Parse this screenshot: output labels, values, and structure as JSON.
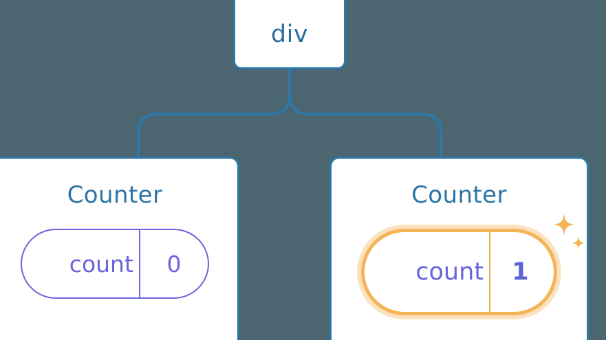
{
  "diagram": {
    "title": "React component tree with state update highlight",
    "background_color": "#4b6671",
    "nodes": {
      "root": {
        "label": "div",
        "text_color": "#2b6f9e",
        "border_color": "#2b79a8"
      },
      "left_counter": {
        "title": "Counter",
        "state_key": "count",
        "state_value": "0",
        "highlighted": "false",
        "pill_color": "#6a63dd"
      },
      "right_counter": {
        "title": "Counter",
        "state_key": "count",
        "state_value": "1",
        "highlighted": "true",
        "pill_color": "#f5b455",
        "value_color": "#5a63d8"
      }
    },
    "icons": {
      "sparkle_large": "sparkle-icon",
      "sparkle_small": "sparkle-icon",
      "sparkle_color": "#f5b455"
    },
    "connector": {
      "color": "#2b79a8",
      "style": "rounded-elbow-tree"
    }
  }
}
